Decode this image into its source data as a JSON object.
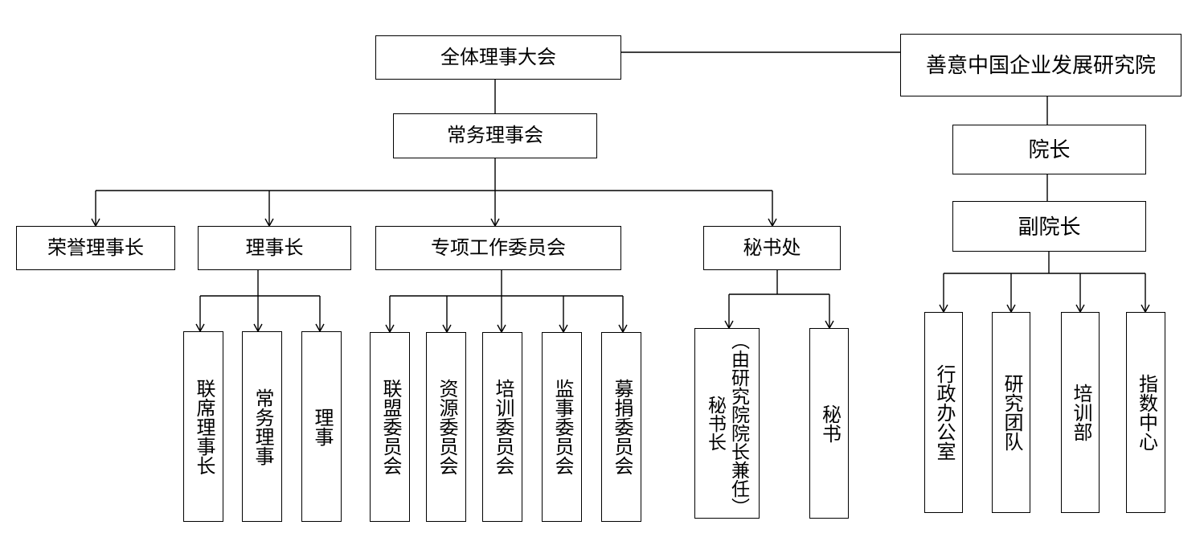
{
  "diagram": {
    "council": "全体理事大会",
    "standing_council": "常务理事会",
    "honorary_chairman": "荣誉理事长",
    "chairman": "理事长",
    "special_committees": "专项工作委员会",
    "secretariat": "秘书处",
    "chairman_children": [
      "联席理事长",
      "常务理事",
      "理事"
    ],
    "committee_children": [
      "联盟委员会",
      "资源委员会",
      "培训委员会",
      "监事委员会",
      "募捐委员会"
    ],
    "secretary_general": {
      "title": "秘书长",
      "note": "（由研究院院长兼任）"
    },
    "secretary": "秘书",
    "institute": "善意中国企业发展研究院",
    "president": "院长",
    "vice_president": "副院长",
    "institute_children": [
      "行政办公室",
      "研究团队",
      "培训部",
      "指数中心"
    ]
  },
  "colors": {
    "line": "#000000",
    "border": "#000000",
    "background": "#ffffff"
  }
}
